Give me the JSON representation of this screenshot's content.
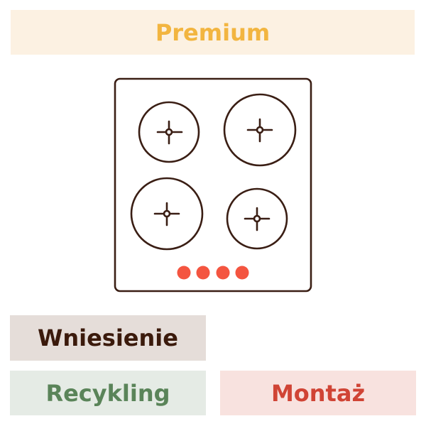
{
  "tags": {
    "premium": "Premium",
    "wniesienie": "Wniesienie",
    "recykling": "Recykling",
    "montaz": "Montaż"
  },
  "icon": {
    "name": "induction-cooktop-icon",
    "stroke_color": "#3a1e14",
    "indicator_color": "#f45540",
    "burners": 4,
    "indicators": 4
  },
  "colors": {
    "premium_bg": "#fcf1e2",
    "premium_text": "#f2b540",
    "wniesienie_bg": "#e5ddd9",
    "wniesienie_text": "#3b1a0c",
    "recykling_bg": "#e5ebe5",
    "recykling_text": "#5a8459",
    "montaz_bg": "#f8e2df",
    "montaz_text": "#d04435"
  }
}
